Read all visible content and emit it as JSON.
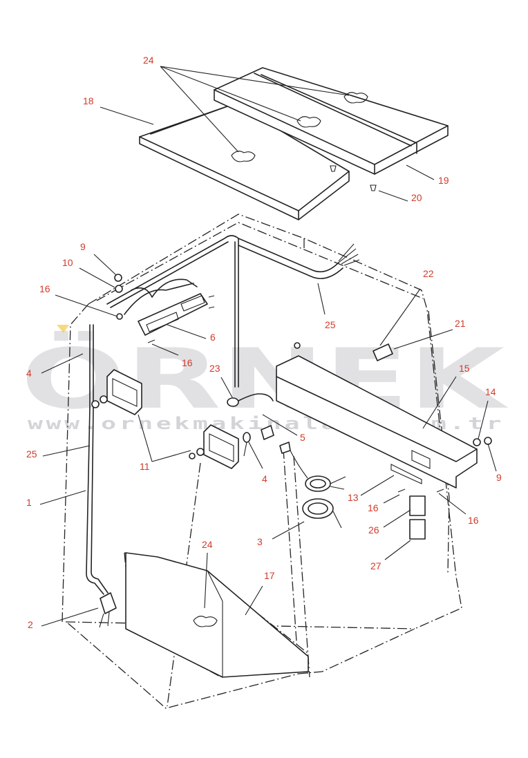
{
  "diagram": {
    "watermark": {
      "brand": "ÖRNEK",
      "url": "www.ornekmakinalari.com.tr"
    },
    "callouts": [
      {
        "id": "c24a",
        "label": "24"
      },
      {
        "id": "c18",
        "label": "18"
      },
      {
        "id": "c19",
        "label": "19"
      },
      {
        "id": "c20",
        "label": "20"
      },
      {
        "id": "c9a",
        "label": "9"
      },
      {
        "id": "c10",
        "label": "10"
      },
      {
        "id": "c16a",
        "label": "16"
      },
      {
        "id": "c6",
        "label": "6"
      },
      {
        "id": "c16b",
        "label": "16"
      },
      {
        "id": "c25a",
        "label": "25"
      },
      {
        "id": "c22",
        "label": "22"
      },
      {
        "id": "c21",
        "label": "21"
      },
      {
        "id": "c15",
        "label": "15"
      },
      {
        "id": "c14",
        "label": "14"
      },
      {
        "id": "c9b",
        "label": "9"
      },
      {
        "id": "c4a",
        "label": "4"
      },
      {
        "id": "c23",
        "label": "23"
      },
      {
        "id": "c5",
        "label": "5"
      },
      {
        "id": "c25b",
        "label": "25"
      },
      {
        "id": "c11",
        "label": "11"
      },
      {
        "id": "c4b",
        "label": "4"
      },
      {
        "id": "c13",
        "label": "13"
      },
      {
        "id": "c16c",
        "label": "16"
      },
      {
        "id": "c16d",
        "label": "16"
      },
      {
        "id": "c1",
        "label": "1"
      },
      {
        "id": "c26",
        "label": "26"
      },
      {
        "id": "c3",
        "label": "3"
      },
      {
        "id": "c27",
        "label": "27"
      },
      {
        "id": "c24b",
        "label": "24"
      },
      {
        "id": "c17",
        "label": "17"
      },
      {
        "id": "c2",
        "label": "2"
      }
    ]
  }
}
